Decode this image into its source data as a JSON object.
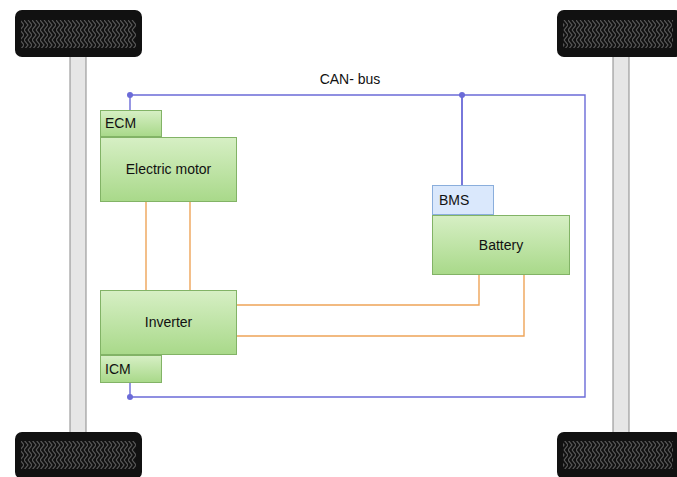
{
  "diagram": {
    "nodes": [
      {
        "text": [
          "ECM"
        ]
      },
      {
        "text": [
          "Electric motor"
        ]
      },
      {
        "text": [
          "BMS"
        ]
      },
      {
        "text": [
          "Battery"
        ]
      },
      {
        "text": [
          "Inverter"
        ]
      },
      {
        "text": [
          "ICM"
        ]
      }
    ],
    "edges": [
      {
        "from": 0,
        "to": 2,
        "arrow": "none"
      },
      {
        "from": 2,
        "to": 5,
        "arrow": "none"
      },
      {
        "from": 1,
        "to": 4,
        "arrow": "none"
      },
      {
        "from": 1,
        "to": 4,
        "arrow": "none"
      },
      {
        "from": 4,
        "to": 3,
        "arrow": "none"
      },
      {
        "from": 4,
        "to": 3,
        "arrow": "none"
      }
    ],
    "labels": [
      "CAN- bus"
    ]
  }
}
